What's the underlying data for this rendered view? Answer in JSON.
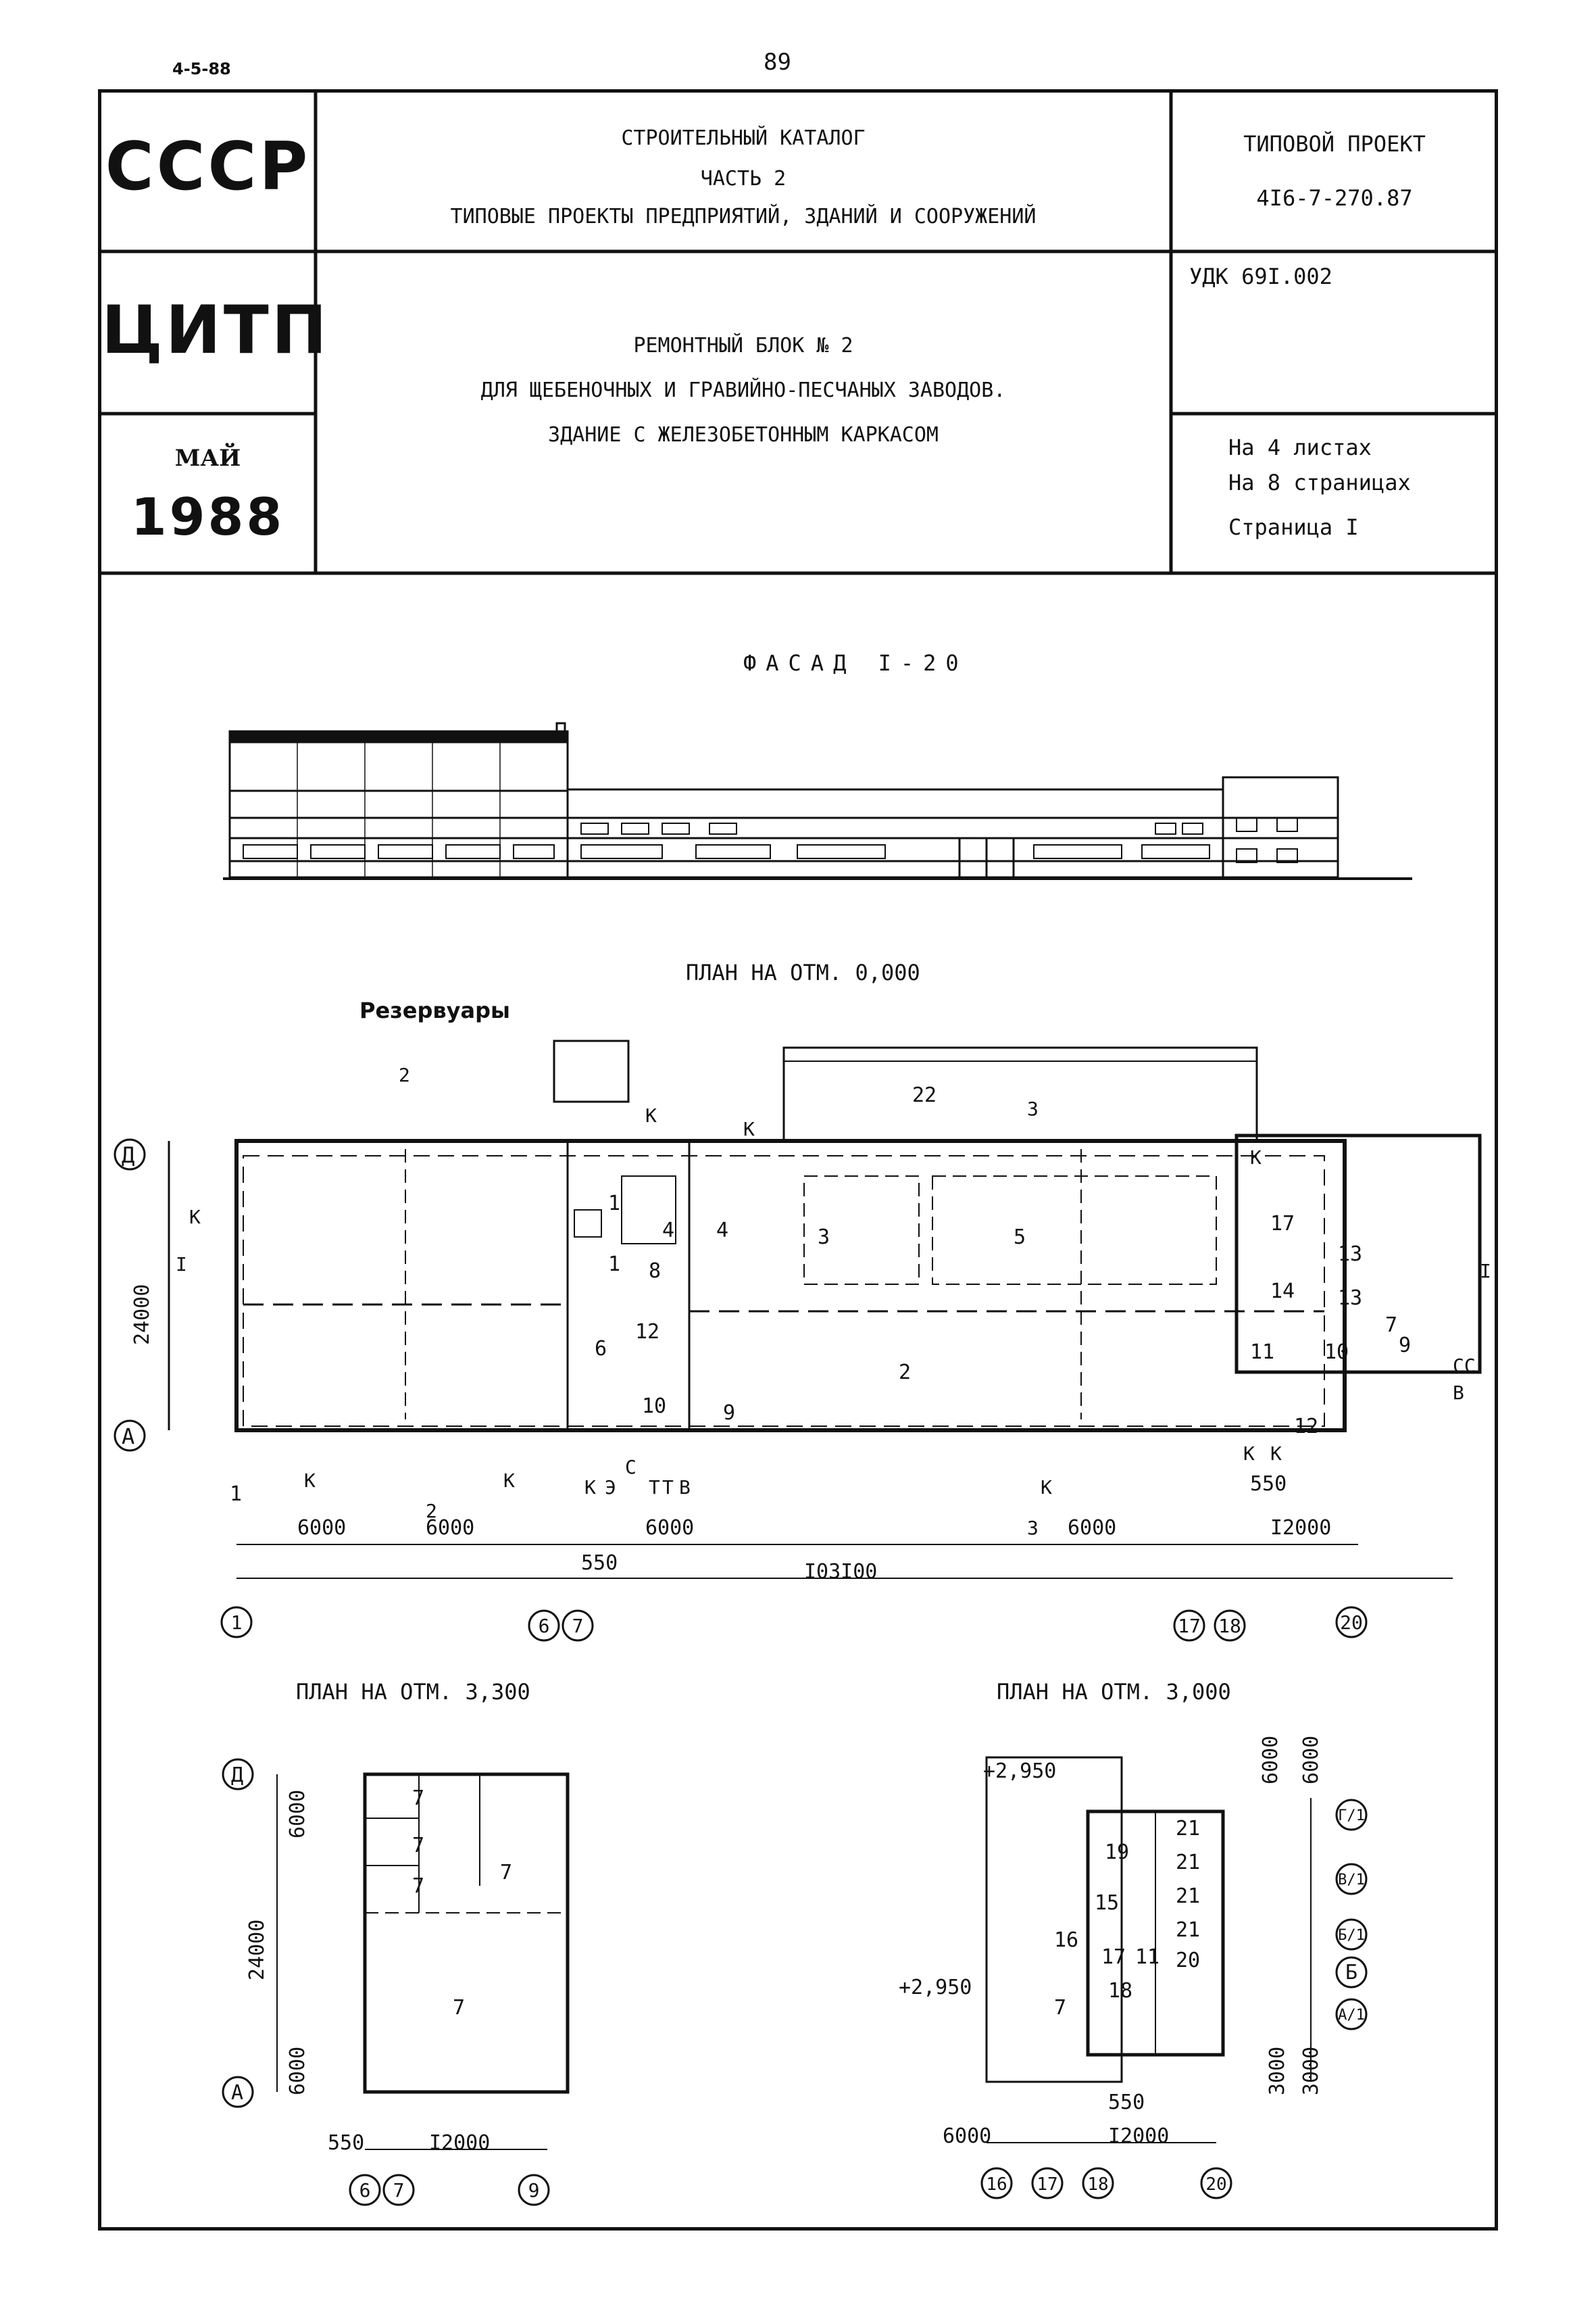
{
  "page_number": "89",
  "sheet_code": "4-5-88",
  "header": {
    "ussr": "СССР",
    "citp": "ЦИТП",
    "month": "МАЙ",
    "year": "1988",
    "catalog": [
      "СТРОИТЕЛЬНЫЙ КАТАЛОГ",
      "ЧАСТЬ 2",
      "ТИПОВЫЕ ПРОЕКТЫ ПРЕДПРИЯТИЙ, ЗДАНИЙ И СООРУЖЕНИЙ"
    ],
    "project_label": "ТИПОВОЙ ПРОЕКТ",
    "project_number": "4I6-7-270.87",
    "udk": "УДК 69I.002",
    "title": [
      "РЕМОНТНЫЙ БЛОК № 2",
      "ДЛЯ ЩЕБЕНОЧНЫХ И ГРАВИЙНО-ПЕСЧАНЫХ ЗАВОДОВ.",
      "ЗДАНИЕ С ЖЕЛЕЗОБЕТОННЫМ КАРКАСОМ"
    ],
    "sheets": [
      "На 4 листах",
      "На 8 страницах",
      "Страница I"
    ]
  },
  "facade": {
    "title": "ФАСАД I-20"
  },
  "plan_main": {
    "title": "ПЛАН НА ОТМ. 0,000",
    "reservoirs": "Резервуары",
    "rooms": [
      "1",
      "1",
      "1",
      "4",
      "4",
      "3",
      "5",
      "2",
      "6",
      "8",
      "12",
      "10",
      "9",
      "22",
      "17",
      "13",
      "14",
      "13",
      "7",
      "11",
      "10",
      "9",
      "12"
    ],
    "axes_rows": [
      "Д",
      "А"
    ],
    "axes_cols": [
      "1",
      "6",
      "7",
      "17",
      "18",
      "20"
    ],
    "dims": [
      "24000",
      "6000",
      "6000",
      "6000",
      "6000",
      "I2000",
      "550",
      "550",
      "I03I00"
    ],
    "pipes": [
      "К",
      "К",
      "К",
      "К",
      "К",
      "К",
      "К",
      "К",
      "К",
      "К",
      "Э",
      "С",
      "Т",
      "Т",
      "В",
      "СС",
      "В"
    ],
    "sections": [
      "I",
      "I",
      "2",
      "2",
      "3",
      "3"
    ]
  },
  "plan_330": {
    "title": "ПЛАН НА ОТМ. 3,300",
    "rooms": [
      "7",
      "7",
      "7",
      "7",
      "7"
    ],
    "axes_rows": [
      "Д",
      "А"
    ],
    "axes_cols": [
      "6",
      "7",
      "9"
    ],
    "dims": [
      "6000",
      "24000",
      "6000",
      "550",
      "I2000"
    ]
  },
  "plan_300": {
    "title": "ПЛАН НА ОТМ. 3,000",
    "levels": [
      "+2,950",
      "+2,950"
    ],
    "rooms": [
      "19",
      "21",
      "21",
      "21",
      "21",
      "15",
      "16",
      "17",
      "11",
      "20",
      "18",
      "7"
    ],
    "axes_rows": [
      "Г/1",
      "В/1",
      "Б/1",
      "Б",
      "А/1"
    ],
    "axes_cols": [
      "16",
      "17",
      "18",
      "20"
    ],
    "dims": [
      "6000",
      "6000",
      "3000",
      "3000",
      "550",
      "6000",
      "I2000"
    ]
  }
}
